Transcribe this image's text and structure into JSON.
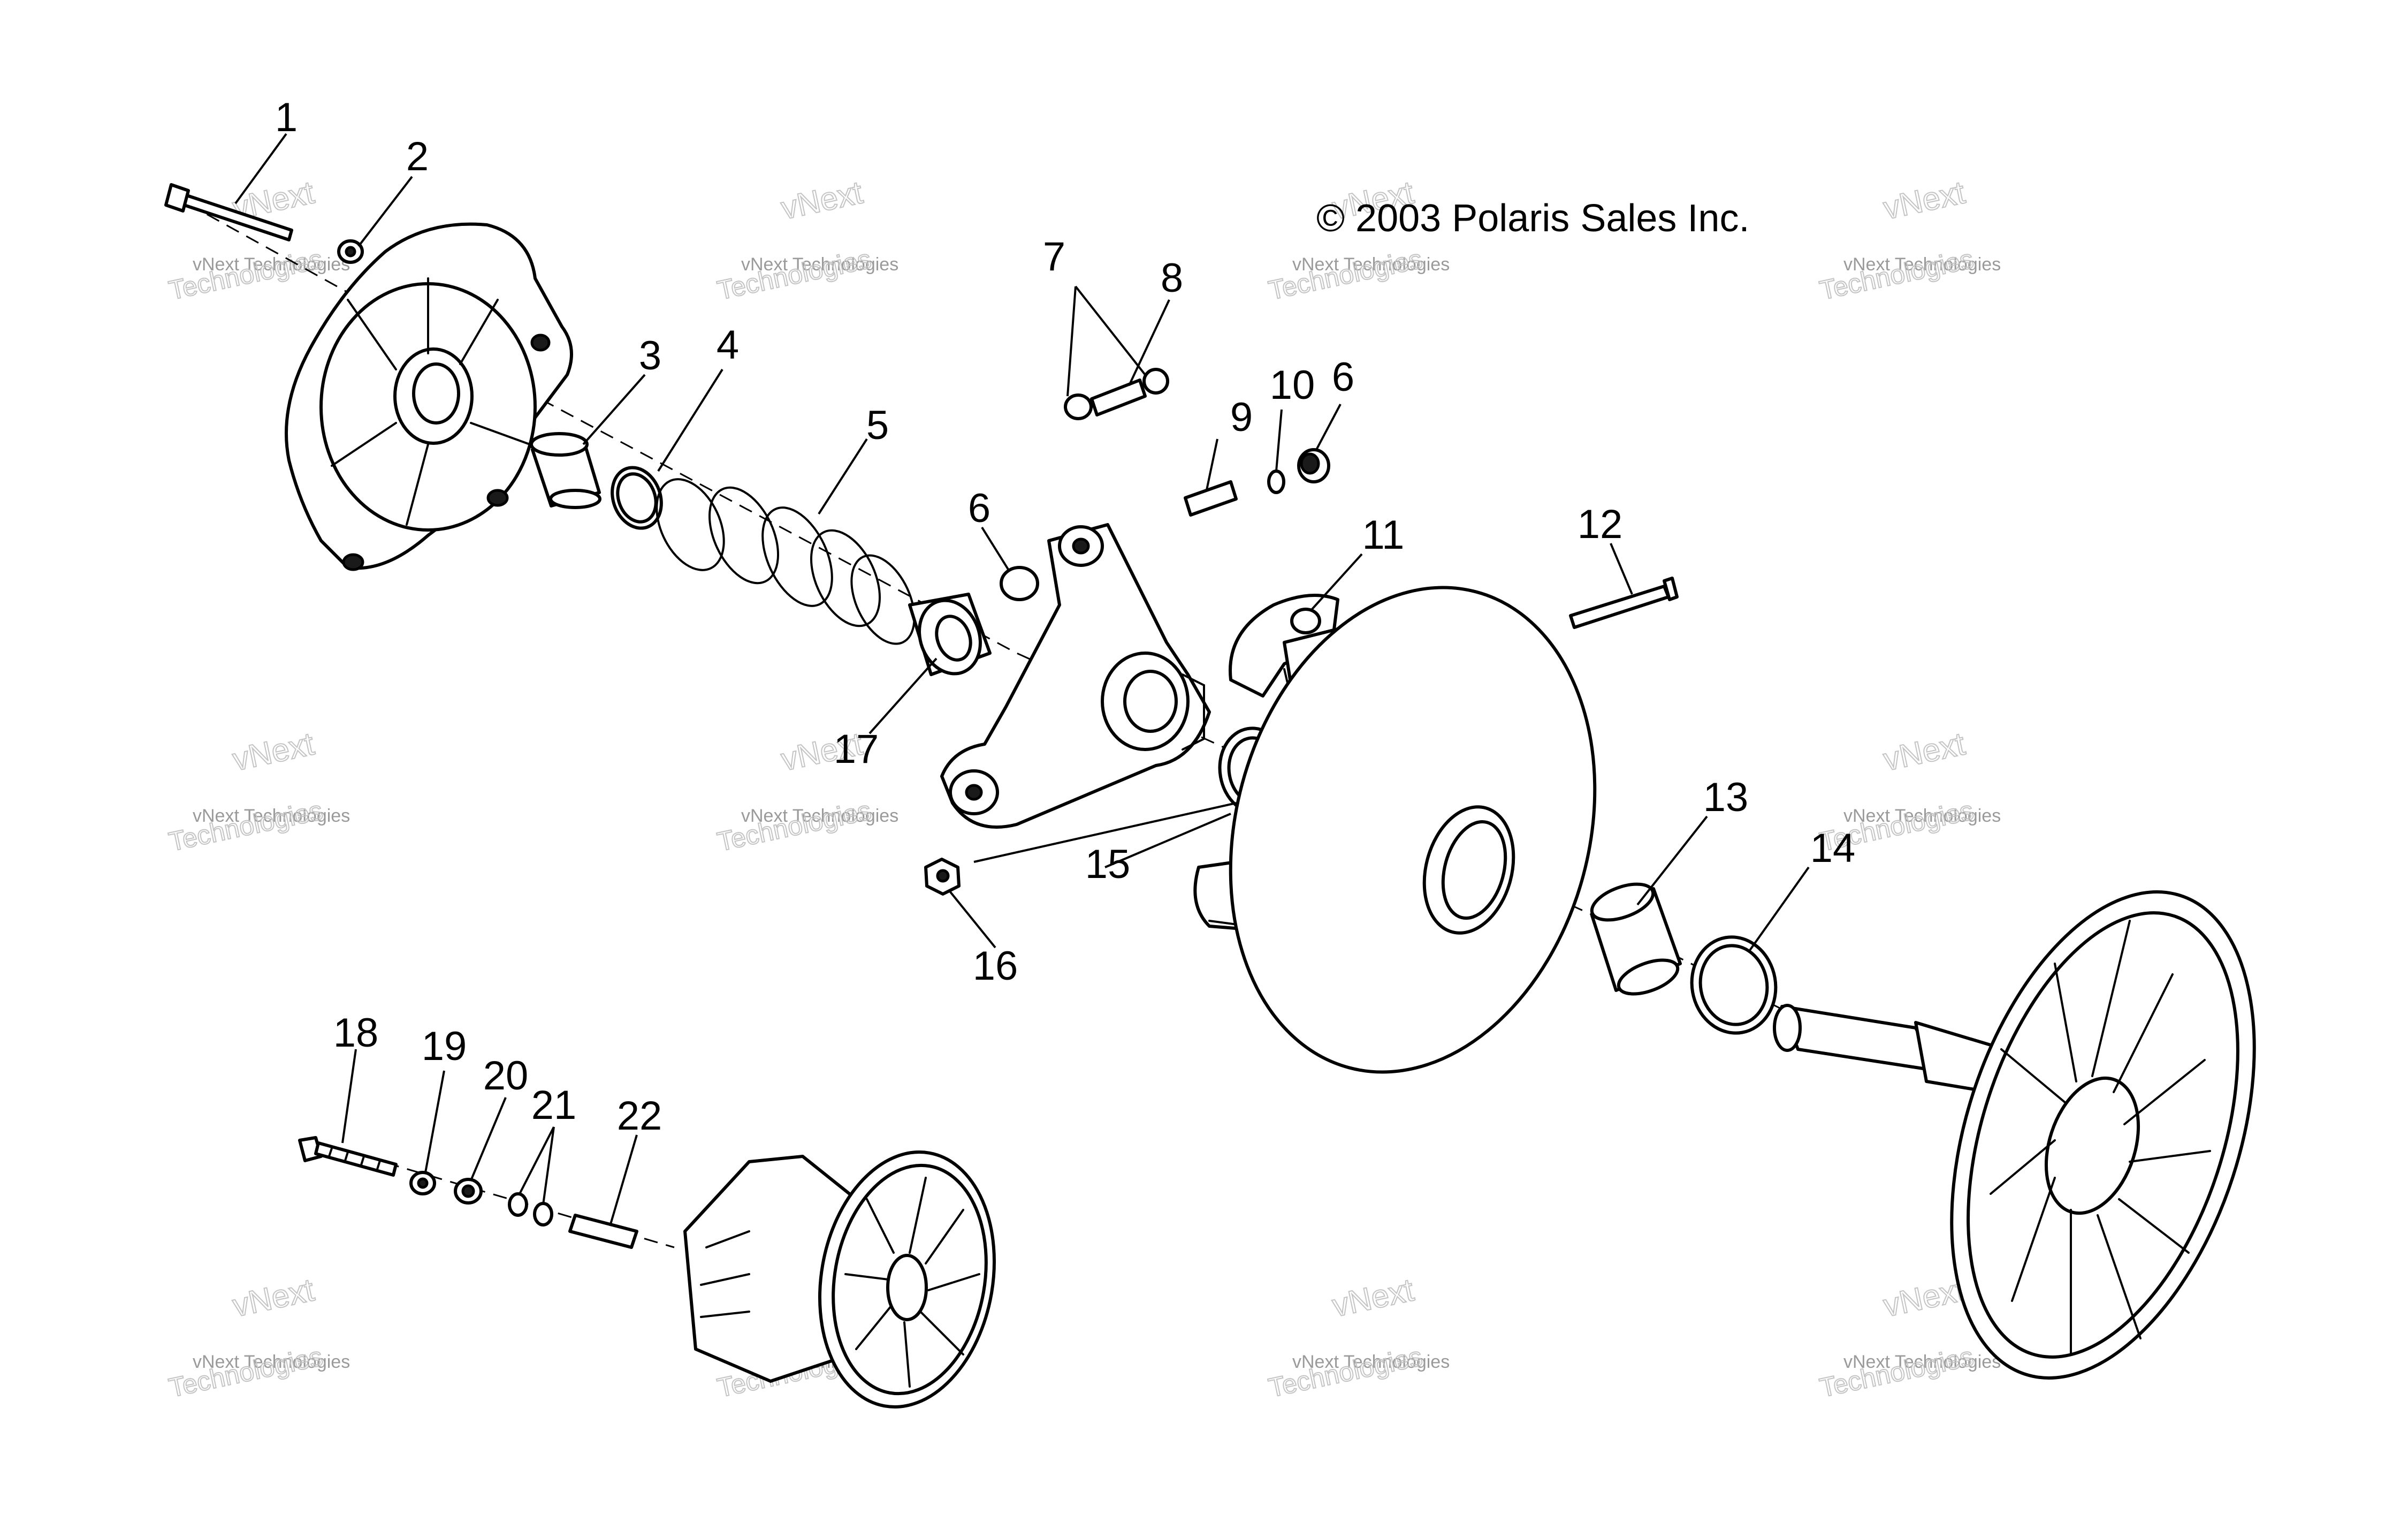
{
  "copyright": "© 2003 Polaris Sales Inc.",
  "watermark": {
    "brand": "vNext",
    "company": "Technologies",
    "line": "vNext Technologies"
  },
  "callouts": [
    "1",
    "2",
    "3",
    "4",
    "5",
    "6",
    "7",
    "8",
    "9",
    "10",
    "6",
    "11",
    "12",
    "17",
    "15",
    "16",
    "13",
    "14",
    "18",
    "19",
    "20",
    "21",
    "22"
  ]
}
